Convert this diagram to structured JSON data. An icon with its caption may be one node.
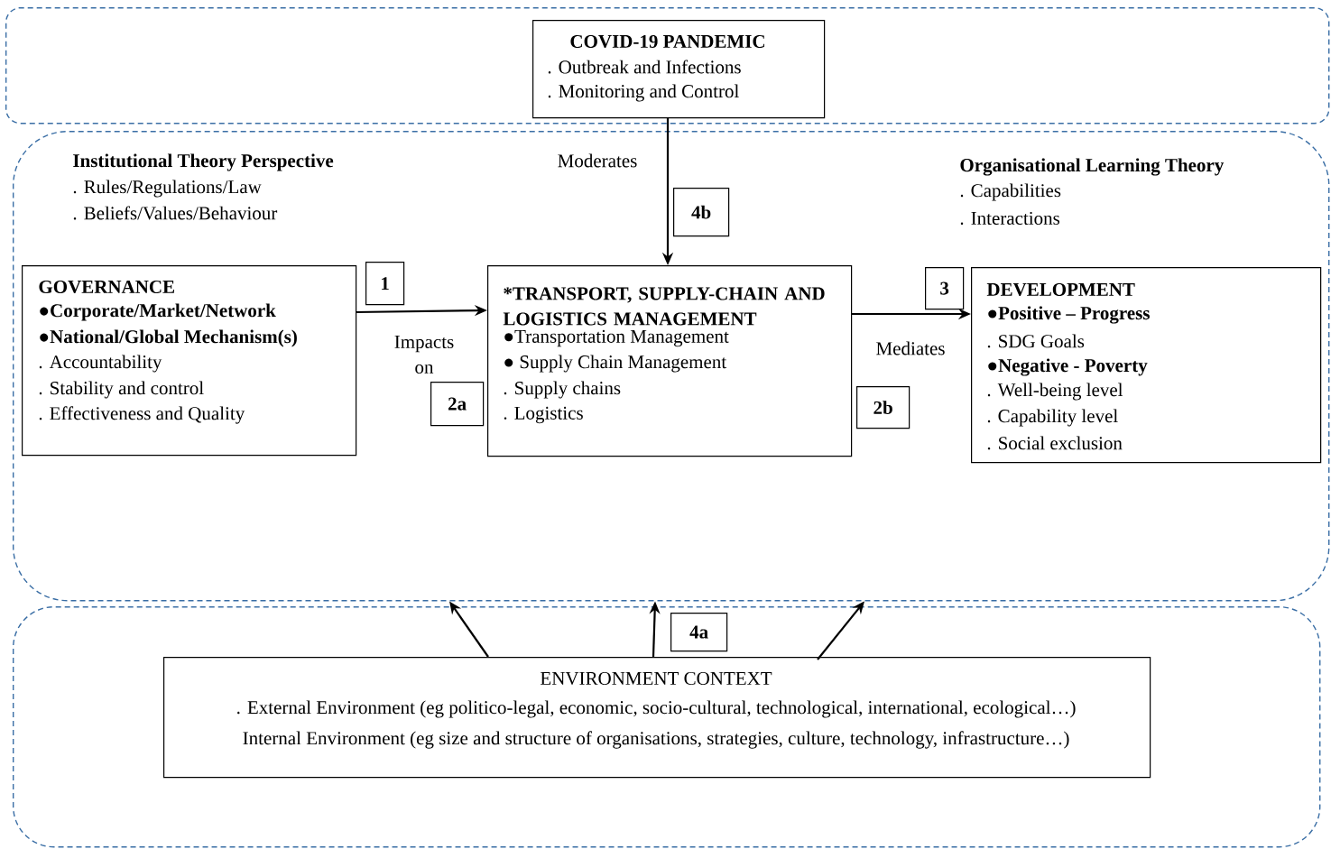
{
  "diagram": {
    "nodes": [
      {
        "text": [],
        "shape": "box"
      },
      {
        "text": [
          "COVID-19 PANDEMIC",
          ". Outbreak and Infections",
          ". Monitoring and Control"
        ],
        "in": 0
      },
      {
        "text": [],
        "shape": "box"
      },
      {
        "text": [
          "GOVERNANCE",
          "●Corporate/Market/Network",
          "●National/Global Mechanism(s)",
          ". Accountability",
          ". Stability and control",
          ". Effectiveness and Quality"
        ],
        "in": 2
      },
      {
        "text": [
          "1"
        ],
        "in": 2
      },
      {
        "text": [
          "*TRANSPORT, SUPPLY-CHAIN AND LOGISTICS MANAGEMENT",
          "●Transportation Management",
          "● Supply Chain Management",
          ". Supply chains",
          ". Logistics"
        ],
        "in": 2
      },
      {
        "text": [
          "4b"
        ],
        "in": 2
      },
      {
        "text": [
          "2a"
        ],
        "in": 2
      },
      {
        "text": [
          "3"
        ],
        "in": 2
      },
      {
        "text": [
          "DEVELOPMENT",
          "●Positive – Progress",
          ". SDG Goals",
          "●Negative - Poverty",
          ". Well-being level",
          ". Capability level",
          ". Social exclusion"
        ],
        "in": 2
      },
      {
        "text": [
          "2b"
        ],
        "in": 2
      },
      {
        "text": [],
        "shape": "box"
      },
      {
        "text": [
          "4a"
        ],
        "in": 11
      },
      {
        "text": [
          "ENVIRONMENT CONTEXT",
          ". External Environment (eg politico-legal, economic, socio-cultural, technological, international, ecological…)",
          "Internal Environment (eg size and structure of organisations, strategies, culture, technology, infrastructure…)"
        ],
        "in": 11
      }
    ],
    "edges": [
      {
        "from": 1,
        "to": 5,
        "arrow": "to",
        "label": "Moderates"
      },
      {
        "from": 3,
        "to": 5,
        "arrow": "to",
        "label": "Impacts on"
      },
      {
        "from": 5,
        "to": 9,
        "arrow": "to",
        "label": "Mediates"
      },
      {
        "from": 13,
        "to": 2,
        "arrow": "to"
      },
      {
        "from": 13,
        "to": 2,
        "arrow": "to"
      },
      {
        "from": 13,
        "to": 2,
        "arrow": "to"
      }
    ],
    "labels": [
      "Institutional Theory Perspective",
      ". Rules/Regulations/Law",
      ". Beliefs/Values/Behaviour",
      "Organisational Learning Theory",
      ". Capabilities",
      ". Interactions"
    ]
  }
}
